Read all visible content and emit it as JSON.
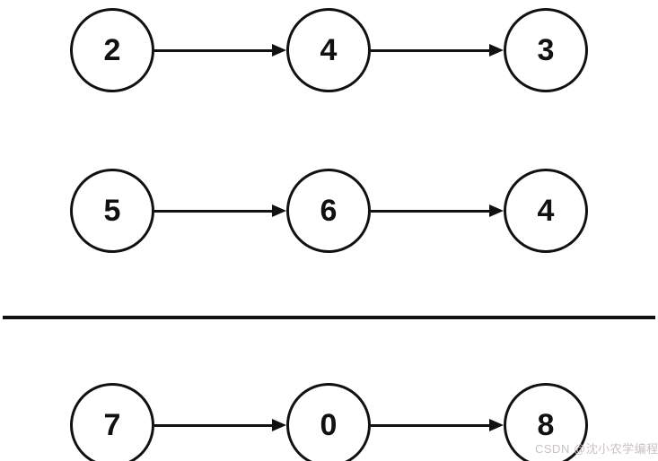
{
  "diagram": {
    "kind": "linked-list-diagram",
    "lists": [
      {
        "name": "list-top",
        "nodes": [
          "2",
          "4",
          "3"
        ]
      },
      {
        "name": "list-middle",
        "nodes": [
          "5",
          "6",
          "4"
        ]
      },
      {
        "name": "list-bottom",
        "nodes": [
          "7",
          "0",
          "8"
        ]
      }
    ],
    "watermark": "CSDN @沈小农学编程",
    "colors": {
      "node_stroke": "#111111",
      "node_fill": "#ffffff",
      "arrow": "#111111",
      "divider": "#111111",
      "watermark": "#c8c1c1",
      "background": "#ffffff"
    }
  }
}
